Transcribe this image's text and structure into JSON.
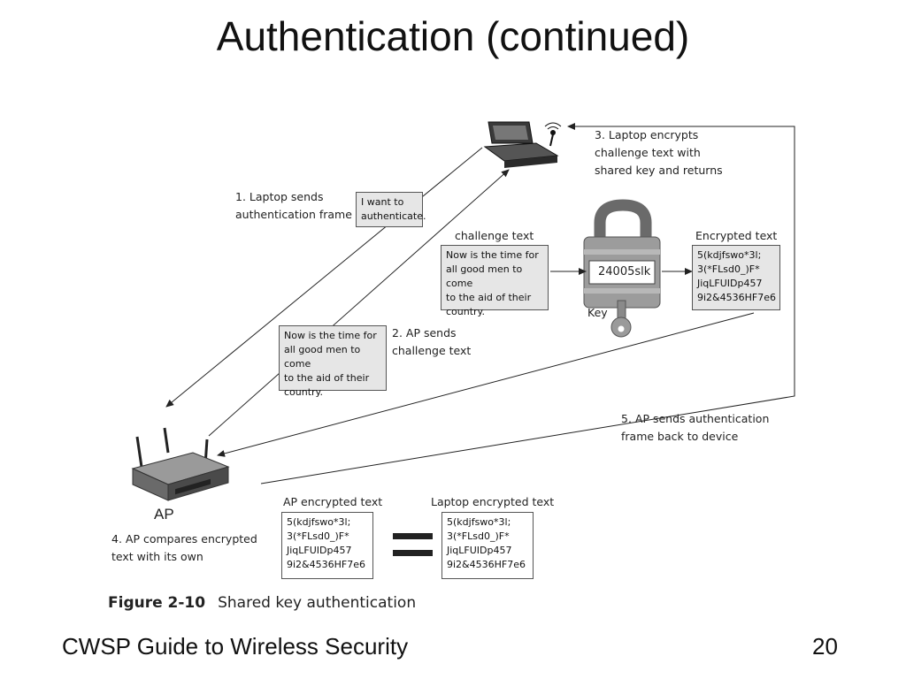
{
  "slide": {
    "title": "Authentication (continued)",
    "footer_left": "CWSP Guide to Wireless Security",
    "page_number": "20"
  },
  "figure": {
    "number": "Figure 2-10",
    "caption": "Shared key authentication"
  },
  "steps": {
    "step1": "1. Laptop sends\nauthentication frame",
    "step2": "2. AP sends\nchallenge text",
    "step3": "3. Laptop encrypts\nchallenge text with\nshared key and returns",
    "step4": "4. AP compares encrypted\ntext with its own",
    "step5": "5. AP sends authentication\nframe back to device"
  },
  "boxes": {
    "want": "I want to\nauthenticate.",
    "challenge_lower": "Now is the time for\nall good men to come\nto the aid of their\ncountry.",
    "challenge_upper": "Now is the time for\nall good men to come\nto the aid of their\ncountry.",
    "encrypted_upper": "5(kdjfswo*3l;\n3(*FLsd0_)F*\nJiqLFUIDp457\n9i2&4536HF7e6",
    "ap_encrypted": "5(kdjfswo*3l;\n3(*FLsd0_)F*\nJiqLFUIDp457\n9i2&4536HF7e6",
    "laptop_encrypted": "5(kdjfswo*3l;\n3(*FLsd0_)F*\nJiqLFUIDp457\n9i2&4536HF7e6"
  },
  "labels": {
    "challenge_text": "challenge text",
    "encrypted_text": "Encrypted text",
    "key": "Key",
    "lock_code": "24005slk",
    "ap": "AP",
    "ap_encrypted_text": "AP encrypted text",
    "laptop_encrypted_text": "Laptop encrypted text"
  },
  "icons": {
    "laptop": "laptop-icon",
    "access_point": "access-point-icon",
    "padlock": "padlock-icon",
    "key": "key-icon",
    "equals": "equals-sign"
  }
}
